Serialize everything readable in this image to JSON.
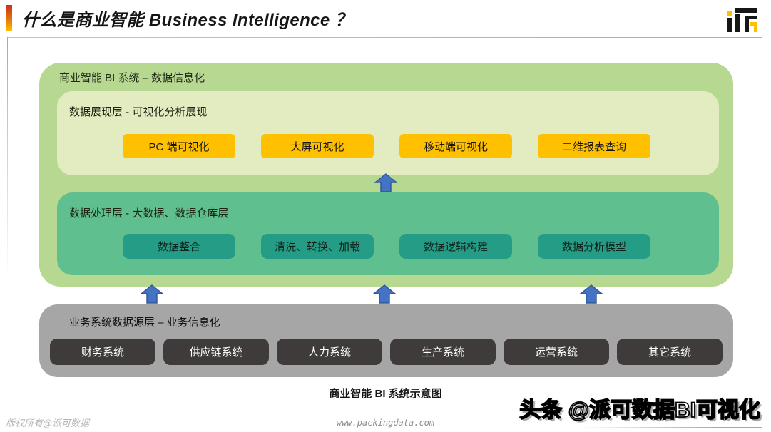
{
  "header": {
    "title": "什么是商业智能 Business Intelligence ？"
  },
  "icons": {
    "logo": "paike-data-brand-mark",
    "arrow": "blue-up-arrow"
  },
  "diagram": {
    "bi_system": {
      "title": "商业智能 BI 系统 – 数据信息化",
      "layers": [
        {
          "title": "数据展现层 - 可视化分析展现",
          "items": [
            "PC 端可视化",
            "大屏可视化",
            "移动端可视化",
            "二维报表查询"
          ]
        },
        {
          "title": "数据处理层 - 大数据、数据仓库层",
          "items": [
            "数据整合",
            "清洗、转换、加载",
            "数据逻辑构建",
            "数据分析模型"
          ]
        }
      ]
    },
    "source_layer": {
      "title": "业务系统数据源层 – 业务信息化",
      "items": [
        "财务系统",
        "供应链系统",
        "人力系统",
        "生产系统",
        "运营系统",
        "其它系统"
      ]
    },
    "caption": "商业智能 BI 系统示意图"
  },
  "footer": {
    "copyright": "版权所有@派可数据",
    "website": "www.packingdata.com",
    "headline": "头条 @派可数据BI可视化"
  },
  "colors": {
    "accent_gold": "#FFC000",
    "title_bar_gradient_top": "#C9301C",
    "frame_gold": "#DFA32B",
    "outer_layer_green": "#B7D890",
    "display_layer_green": "#E3ECC0",
    "process_layer_green": "#5FBF8E",
    "process_item_teal": "#259C85",
    "source_layer_gray": "#A6A6A6",
    "source_item_dark": "#403B3B",
    "arrow_blue": "#4472C4",
    "arrow_border_blue": "#2F5597"
  }
}
